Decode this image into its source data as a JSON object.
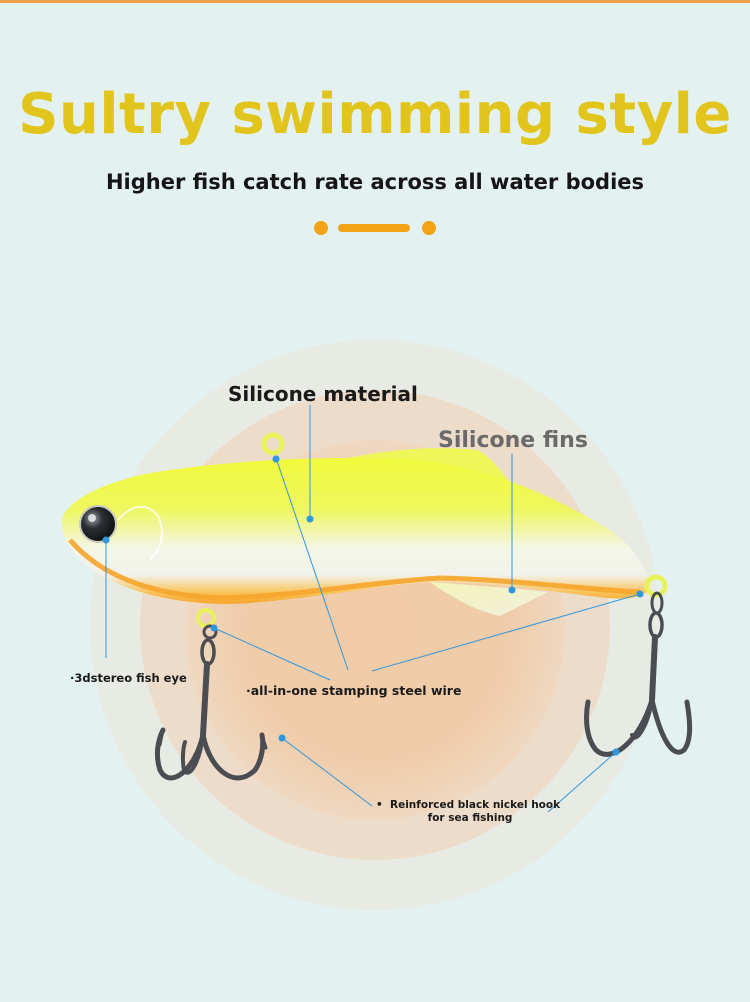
{
  "header": {
    "title": "Sultry swimming style",
    "subtitle": "Higher fish catch rate across all water bodies"
  },
  "callouts": {
    "silicone_material": "Silicone material",
    "silicone_fins": "Silicone fins",
    "fish_eye": "·3dstereo fish eye",
    "steel_wire": "·all-in-one stamping steel wire",
    "hook_line1": "Reinforced black nickel hook",
    "hook_line2": "for sea fishing"
  },
  "colors": {
    "background": "#e4f1f1",
    "accent_orange": "#f2a316",
    "title_yellow": "#e2c51c",
    "lure_yellow": "#f3f84a",
    "lure_belly": "#f6a52c",
    "pointer_blue": "#2f97e0"
  }
}
